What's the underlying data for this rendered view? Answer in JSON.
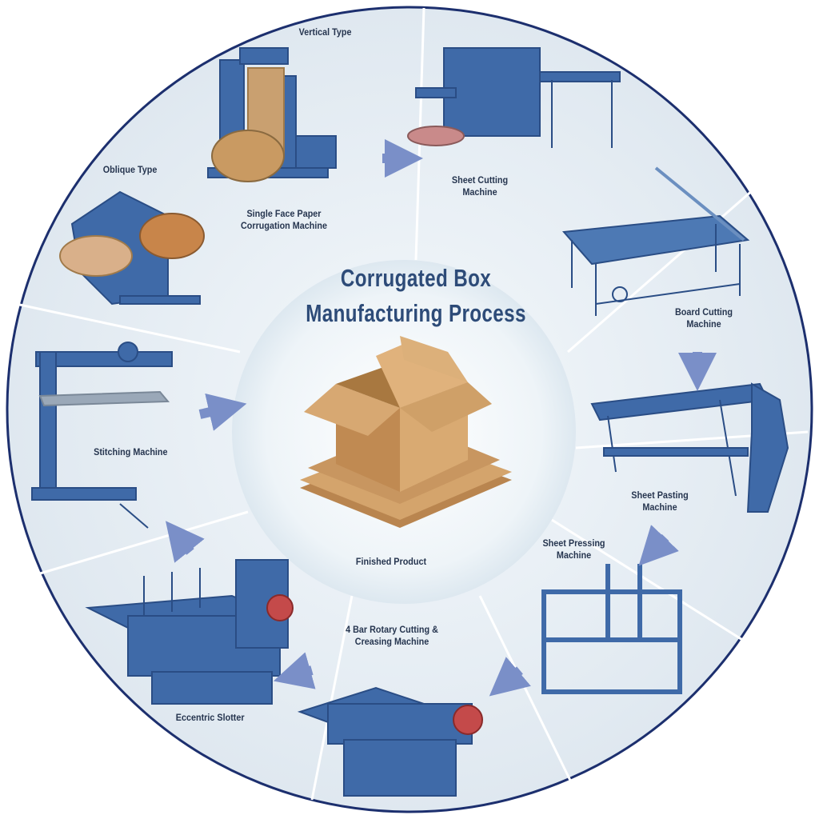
{
  "title": {
    "line1": "Corrugated Box",
    "line2": "Manufacturing Process"
  },
  "center_label": "Finished Product",
  "machines": [
    {
      "label": "Vertical Type"
    },
    {
      "label": "Oblique Type"
    },
    {
      "label_line1": "Single Face Paper",
      "label_line2": "Corrugation Machine"
    },
    {
      "label_line1": "Sheet Cutting",
      "label_line2": "Machine"
    },
    {
      "label_line1": "Board Cutting",
      "label_line2": "Machine"
    },
    {
      "label_line1": "Sheet Pasting",
      "label_line2": "Machine"
    },
    {
      "label_line1": "Sheet Pressing",
      "label_line2": "Machine"
    },
    {
      "label_line1": "4 Bar Rotary Cutting &",
      "label_line2": "Creasing Machine"
    },
    {
      "label": "Eccentric Slotter"
    },
    {
      "label": "Stitching Machine"
    }
  ],
  "colors": {
    "machine": "#3f6aa8",
    "arrow": "#7a8fc8",
    "title": "#2d4b78",
    "box": "#c99a62",
    "ring": "#1c2f6e"
  }
}
